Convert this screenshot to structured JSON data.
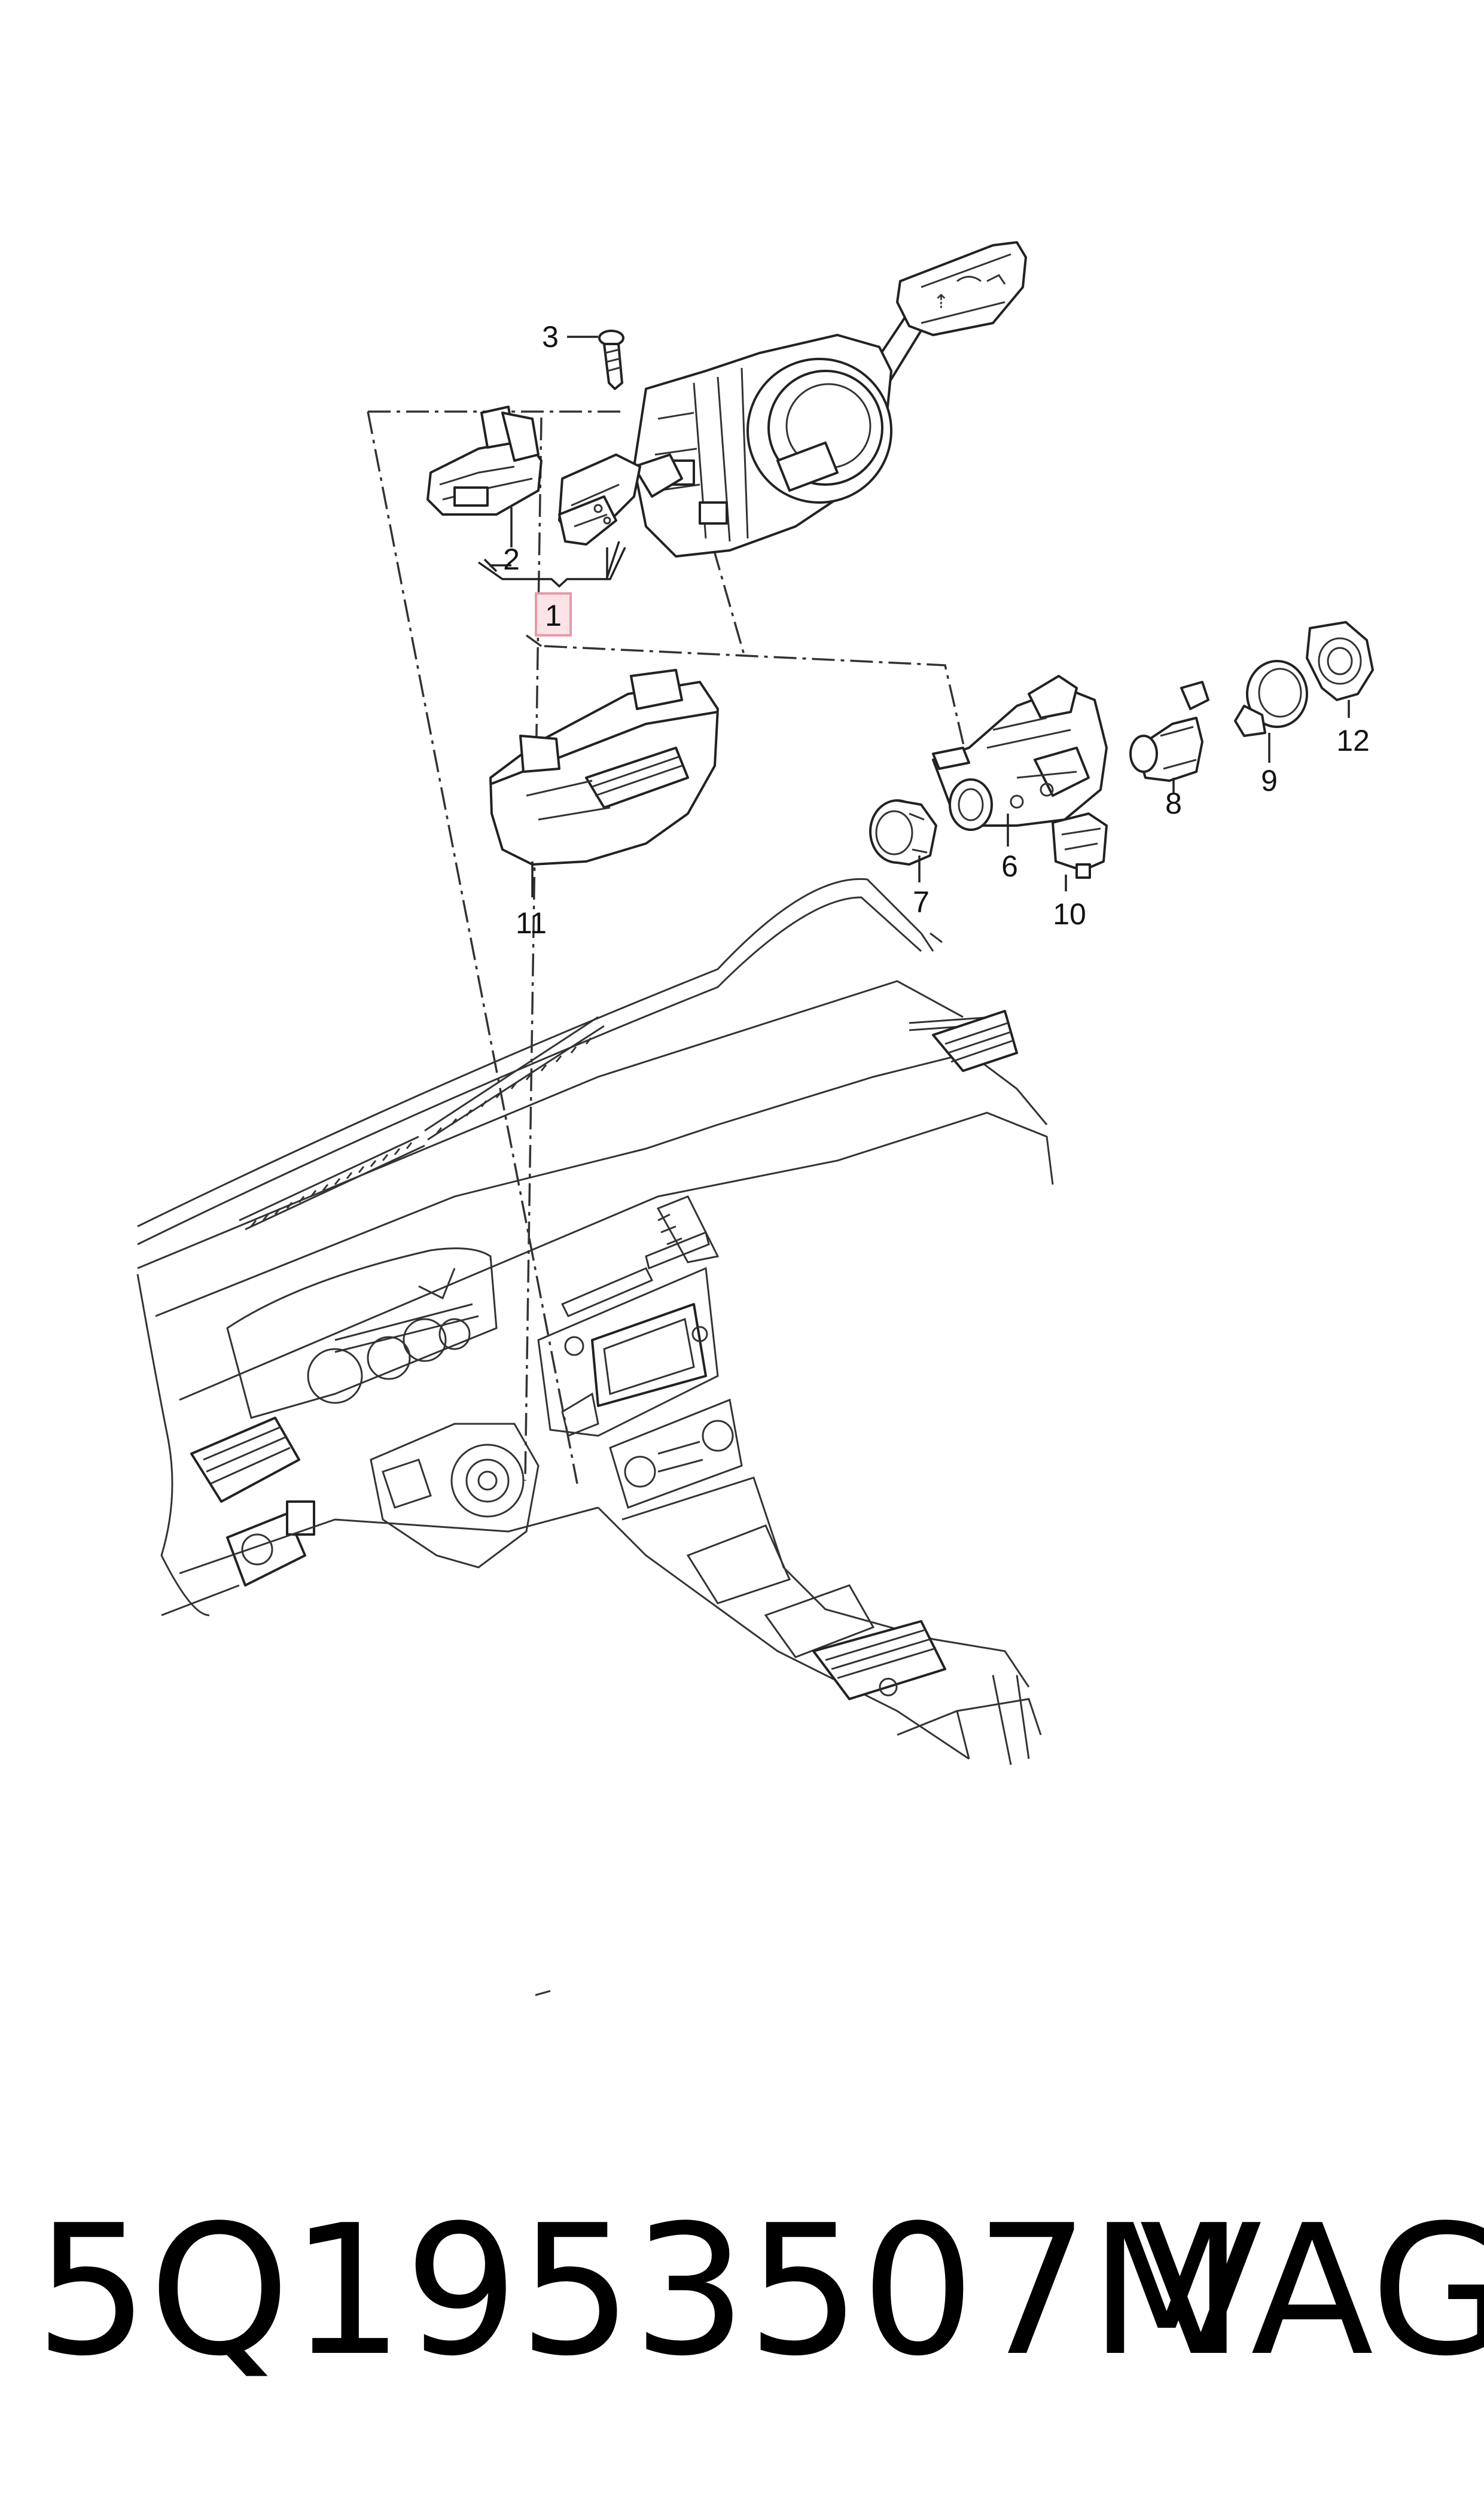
{
  "callouts": {
    "c1": "1",
    "c2": "2",
    "c3": "3",
    "c6": "6",
    "c7": "7",
    "c8": "8",
    "c9": "9",
    "c10": "10",
    "c11": "11",
    "c12": "12"
  },
  "footer": {
    "part_number": "5Q1953507M",
    "brand": "VAG"
  },
  "colors": {
    "line": "#222222",
    "highlight_fill": "#fbe3e6",
    "highlight_stroke": "#e89aa6"
  }
}
